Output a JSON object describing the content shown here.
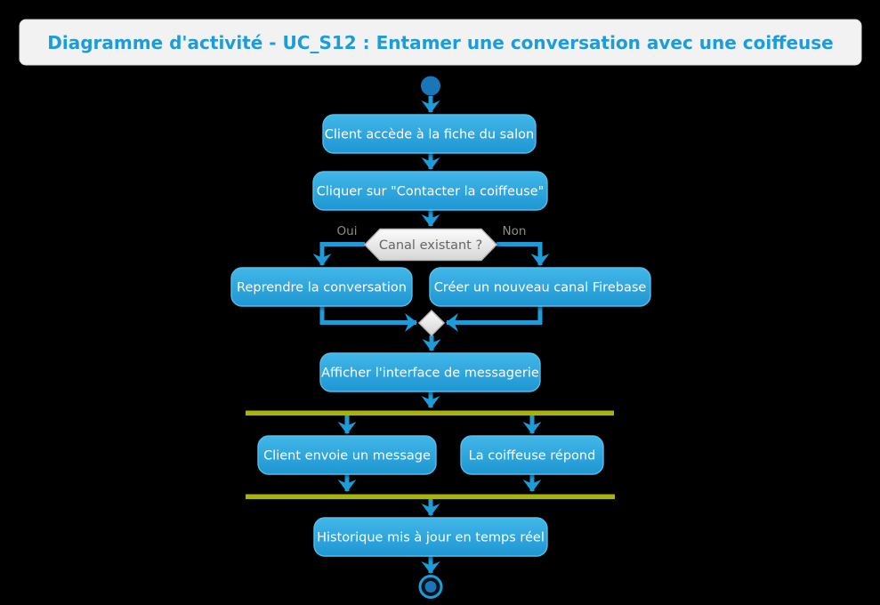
{
  "title": "Diagramme d'activité - UC_S12 : Entamer une conversation avec une coiffeuse",
  "activities": {
    "access_salon": "Client accède à la fiche du salon",
    "click_contact": "Cliquer sur \"Contacter la coiffeuse\"",
    "resume_conversation": "Reprendre la conversation",
    "create_channel": "Créer un nouveau canal Firebase",
    "show_messaging": "Afficher l'interface de messagerie",
    "client_sends": "Client envoie un message",
    "hairdresser_replies": "La coiffeuse répond",
    "history_updated": "Historique mis à jour en temps réel"
  },
  "decision": {
    "label": "Canal existant ?",
    "yes_label": "Oui",
    "no_label": "Non"
  },
  "colors": {
    "background": "#000000",
    "title_text": "#1c9cd9",
    "title_bar_fill": "#f2f2f2",
    "activity_top": "#41b6e8",
    "activity_bottom": "#1e96d2",
    "activity_border": "#54bee9",
    "arrow": "#1e9cd8",
    "start_end_fill": "#1976b8",
    "fork_join_bar": "#a8b40b",
    "decision_top": "#fbfbfb",
    "decision_bottom": "#d6d6d6",
    "decision_border": "#b9b9b9",
    "branch_label_text": "#8c8c8c"
  }
}
